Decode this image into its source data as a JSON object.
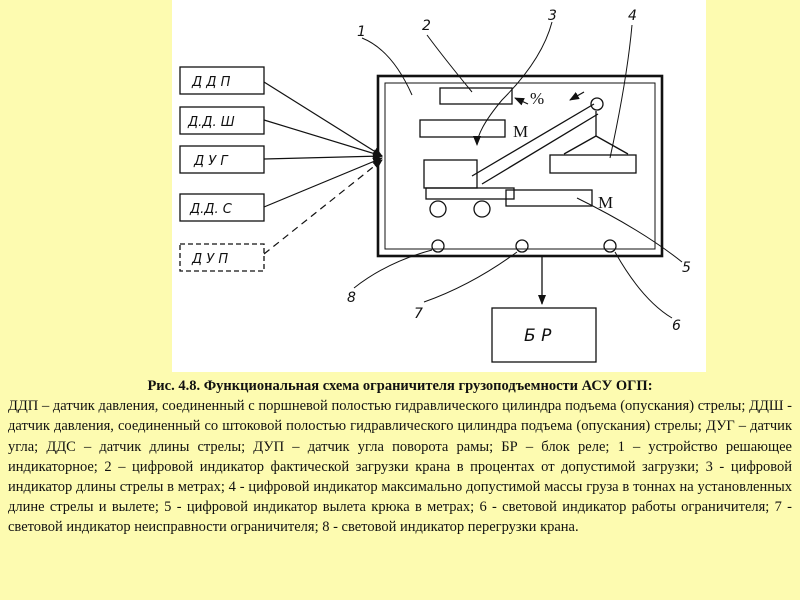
{
  "diagram": {
    "sensors": [
      "Д Д П",
      "Д.Д. Ш",
      "Д У Г",
      "Д.Д. С",
      "Д У П"
    ],
    "numbers": [
      "1",
      "2",
      "3",
      "4",
      "5",
      "6",
      "7",
      "8"
    ],
    "percent": "%",
    "meters_1": "М",
    "meters_2": "М",
    "relay": "Б Р"
  },
  "caption": {
    "title": "Рис. 4.8. Функциональная схема ограничителя грузоподъемности АСУ ОГП:",
    "body": "ДДП – датчик давления, соединенный с поршневой полостью гидравлического цилиндра подъема (опускания) стрелы; ДДШ - датчик давления, соединенный со штоковой полостью гидравлического цилиндра подъема (опускания) стрелы;  ДУГ – датчик угла; ДДС – датчик длины стрелы; ДУП – датчик угла поворота рамы; БР – блок реле; 1 – устройство решающее индикаторное; 2 – цифровой индикатор фактической загрузки крана в процентах от допустимой загрузки; 3 - цифровой индикатор длины стрелы в метрах; 4 - цифровой индикатор максимально допустимой массы груза в тоннах на установленных длине стрелы и вылете; 5 - цифровой индикатор вылета крюка в метрах; 6 - световой индикатор работы ограничителя; 7 - световой индикатор неисправности ограничителя; 8 - световой индикатор перегрузки крана."
  }
}
